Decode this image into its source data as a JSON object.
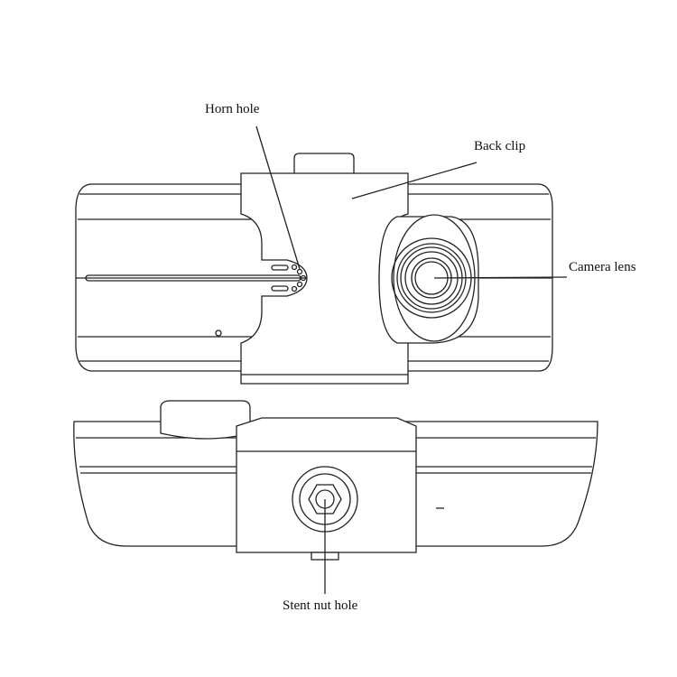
{
  "labels": {
    "horn_hole": "Horn hole",
    "back_clip": "Back clip",
    "camera_lens": "Camera lens",
    "stent_nut_hole": "Stent nut hole"
  }
}
